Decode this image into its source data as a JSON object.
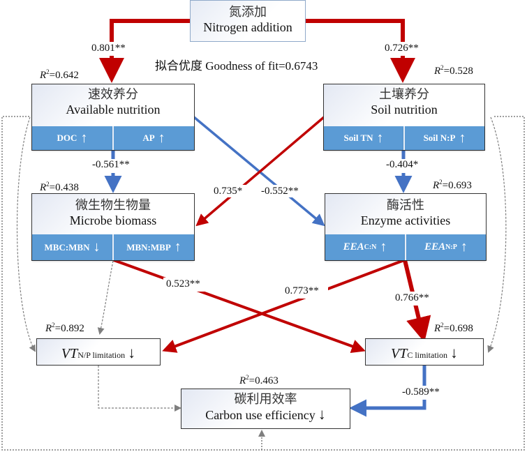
{
  "colors": {
    "positive": "#c00000",
    "negative": "#4472c4",
    "dotted": "#7f7f7f",
    "cell_fill": "#5b9bd5"
  },
  "goodness_of_fit": "拟合优度 Goodness of fit=0.6743",
  "nodes": {
    "nitrogen": {
      "zh": "氮添加",
      "en": "Nitrogen addition"
    },
    "available": {
      "zh": "速效养分",
      "en": "Available nutrition",
      "r2": "=0.642",
      "cells": [
        {
          "label": "DOC",
          "arrow": "↑"
        },
        {
          "label": "AP",
          "arrow": "↑"
        }
      ]
    },
    "soil": {
      "zh": "土壤养分",
      "en": "Soil nutrition",
      "r2": "=0.528",
      "cells": [
        {
          "label": "Soil TN",
          "arrow": "↑"
        },
        {
          "label": "Soil N:P",
          "arrow": "↑"
        }
      ]
    },
    "microbe": {
      "zh": "微生物生物量",
      "en": "Microbe biomass",
      "r2": "=0.438",
      "cells": [
        {
          "label": "MBC:MBN",
          "arrow": "↓"
        },
        {
          "label": "MBN:MBP",
          "arrow": "↑"
        }
      ]
    },
    "enzyme": {
      "zh": "酶活性",
      "en": "Enzyme activities",
      "r2": "=0.693",
      "cells": [
        {
          "label": "EEA",
          "sub": "C:N",
          "arrow": "↑"
        },
        {
          "label": "EEA",
          "sub": "N:P",
          "arrow": "↑"
        }
      ]
    },
    "vt_np": {
      "label": "VT",
      "sub": "N/P limitation",
      "arrow": "↓",
      "r2": "=0.892"
    },
    "vt_c": {
      "label": "VT",
      "sub": "C limitation",
      "arrow": "↓",
      "r2": "=0.698"
    },
    "cue": {
      "zh": "碳利用效率",
      "en": "Carbon use efficiency",
      "arrow": "↓",
      "r2": "=0.463"
    }
  },
  "r2_prefix": "R",
  "r2_sup": "2",
  "paths": [
    {
      "from": "nitrogen",
      "to": "available",
      "coef": "0.801**",
      "sign": "positive"
    },
    {
      "from": "nitrogen",
      "to": "soil",
      "coef": "0.726**",
      "sign": "positive"
    },
    {
      "from": "available",
      "to": "microbe",
      "coef": "-0.561**",
      "sign": "negative"
    },
    {
      "from": "soil",
      "to": "enzyme",
      "coef": "-0.404*",
      "sign": "negative"
    },
    {
      "from": "soil",
      "to": "microbe",
      "coef": "0.735*",
      "sign": "positive"
    },
    {
      "from": "available",
      "to": "enzyme",
      "coef": "-0.552**",
      "sign": "negative"
    },
    {
      "from": "microbe",
      "to": "vt_c",
      "coef": "0.523**",
      "sign": "positive"
    },
    {
      "from": "enzyme",
      "to": "vt_np",
      "coef": "0.773**",
      "sign": "positive"
    },
    {
      "from": "enzyme",
      "to": "vt_c",
      "coef": "0.766**",
      "sign": "positive"
    },
    {
      "from": "vt_c",
      "to": "cue",
      "coef": "-0.589**",
      "sign": "negative"
    }
  ]
}
